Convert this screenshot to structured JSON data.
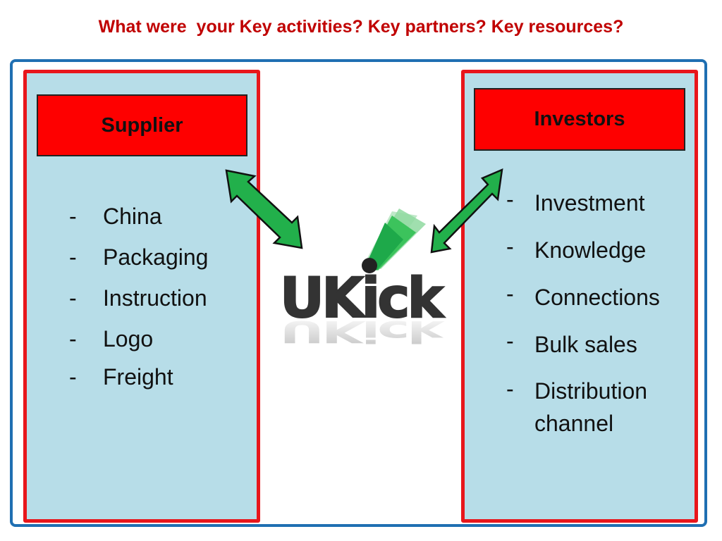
{
  "title": "What were  your Key activities? Key partners? Key resources?",
  "left_panel": {
    "header": "Supplier",
    "items": [
      "China",
      "Packaging",
      "Instruction",
      "Logo",
      "Freight"
    ]
  },
  "right_panel": {
    "header": "Investors",
    "items": [
      "Investment",
      "Knowledge",
      "Connections",
      "Bulk sales",
      "Distribution channel"
    ]
  },
  "logo": {
    "text": "UKick"
  },
  "bullet": "-",
  "colors": {
    "title": "#c00000",
    "frame": "#1f6fb2",
    "panel_border": "#e8161b",
    "panel_fill": "#b7dde8",
    "header_fill": "#fe0000",
    "arrow": "#22b04b",
    "logo_text": "#333333",
    "logo_accent": "#2fb550"
  }
}
